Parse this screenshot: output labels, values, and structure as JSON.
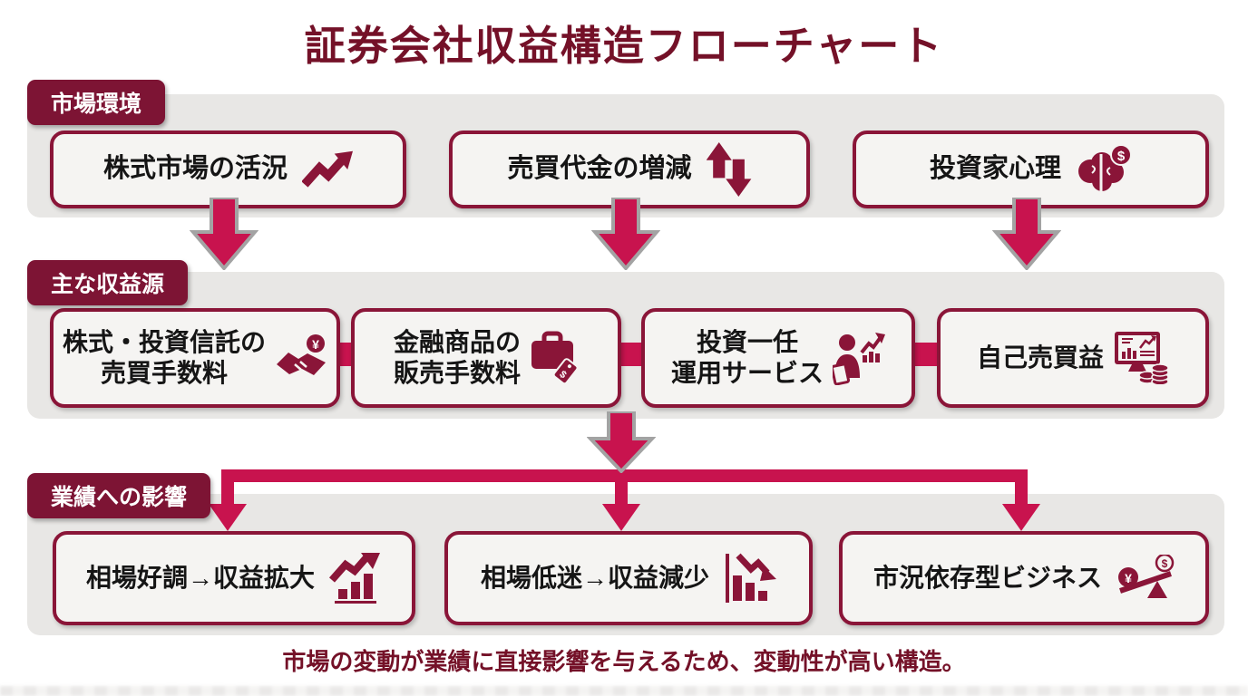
{
  "title": "証券会社収益構造フローチャート",
  "note": "市場の変動が業績に直接影響を与えるため、変動性が高い構造。",
  "colors": {
    "maroon": "#8a1538",
    "badge_maroon": "#7d1434",
    "crimson_arrow": "#c8134e",
    "arrow_outline_gray": "#a3a3a3",
    "band_gray": "#e8e7e5",
    "box_fill": "#f5f4f2",
    "heading_text": "#741128",
    "body_text": "#151515"
  },
  "sections": [
    {
      "label": "市場環境",
      "boxes": [
        {
          "line1": "株式市場の活況",
          "icon": "trend-up-icon"
        },
        {
          "line1": "売買代金の増減",
          "icon": "up-down-arrows-icon"
        },
        {
          "line1": "投資家心理",
          "icon": "brain-dollar-icon"
        }
      ]
    },
    {
      "label": "主な収益源",
      "boxes": [
        {
          "line1": "株式・投資信託の",
          "line2": "売買手数料",
          "icon": "handshake-yen-icon"
        },
        {
          "line1": "金融商品の",
          "line2": "販売手数料",
          "icon": "briefcase-price-tag-icon"
        },
        {
          "line1": "投資一任",
          "line2": "運用サービス",
          "icon": "advisor-chart-icon"
        },
        {
          "line1": "自己売買益",
          "icon": "monitor-coins-icon"
        }
      ]
    },
    {
      "label": "業績への影響",
      "boxes": [
        {
          "line1": "相場好調→収益拡大",
          "icon": "bar-chart-up-icon"
        },
        {
          "line1": "相場低迷→収益減少",
          "icon": "bar-chart-down-icon"
        },
        {
          "line1": "市況依存型ビジネス",
          "icon": "yen-dollar-seesaw-icon"
        }
      ]
    }
  ]
}
